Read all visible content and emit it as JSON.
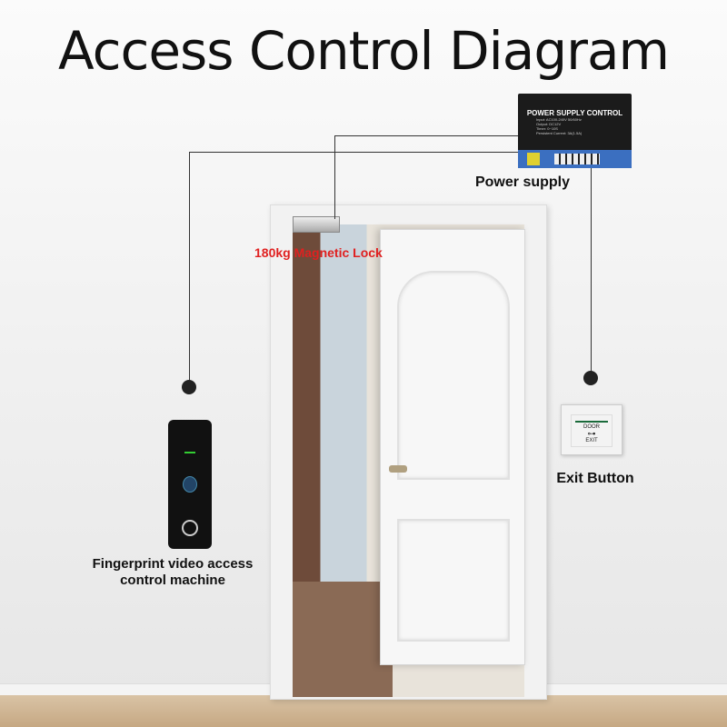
{
  "title": "Access  Control Diagram",
  "labels": {
    "power_supply": "Power supply",
    "magnetic_lock": "180kg Magnetic Lock",
    "exit_button": "Exit Button",
    "fingerprint_line1": "Fingerprint video access",
    "fingerprint_line2": "control machine"
  },
  "power_supply_device": {
    "heading": "POWER SUPPLY CONTROL",
    "lines": [
      "Input:  AC100-240V   50/60Hz",
      "Output:  DC12V",
      "Timer:  0~10S",
      "Persistent  Current: 3A(1.5A)"
    ]
  },
  "exit_button_device": {
    "top": "DOOR",
    "bottom": "EXIT"
  },
  "colors": {
    "lock_label": "#e02020",
    "wire": "#333333",
    "psu_terminal": "#3b6fc0"
  }
}
